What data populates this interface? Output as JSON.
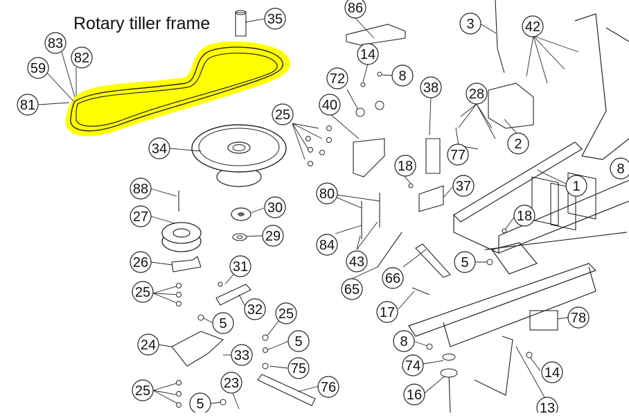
{
  "title": "Rotary tiller frame",
  "highlight_color": "#ffff00",
  "callout_labels": [
    "35",
    "86",
    "3",
    "42",
    "83",
    "82",
    "59",
    "81",
    "14",
    "8",
    "72",
    "38",
    "28",
    "40",
    "25",
    "34",
    "2",
    "77",
    "18",
    "88",
    "80",
    "37",
    "1",
    "30",
    "27",
    "84",
    "29",
    "43",
    "26",
    "65",
    "66",
    "5",
    "31",
    "25",
    "32",
    "17",
    "5",
    "25",
    "5",
    "24",
    "33",
    "75",
    "78",
    "8",
    "74",
    "14",
    "25",
    "23",
    "5",
    "76",
    "16",
    "13",
    "18",
    "8"
  ]
}
